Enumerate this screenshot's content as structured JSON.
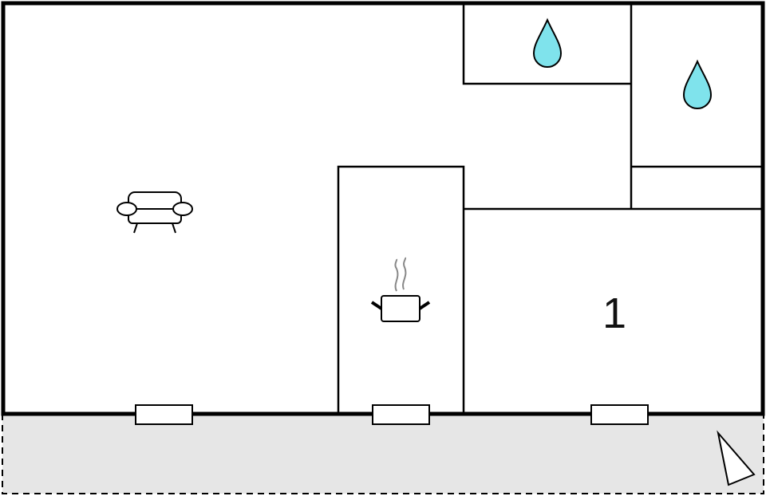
{
  "floorplan": {
    "rooms": [
      {
        "id": "living",
        "icon": "sofa-icon"
      },
      {
        "id": "kitchen",
        "icon": "cooking-pot-icon"
      },
      {
        "id": "bathroom-1",
        "icon": "water-drop-icon"
      },
      {
        "id": "bathroom-2",
        "icon": "water-drop-icon"
      },
      {
        "id": "bedroom-1",
        "label": "1"
      }
    ],
    "terrace": {
      "style": "dashed",
      "fill": "#e6e6e6"
    },
    "windows_count": 3,
    "colors": {
      "wall": "#000000",
      "water": "#7fe3ec",
      "terrace": "#e6e6e6"
    },
    "compass": "north-arrow-icon"
  }
}
